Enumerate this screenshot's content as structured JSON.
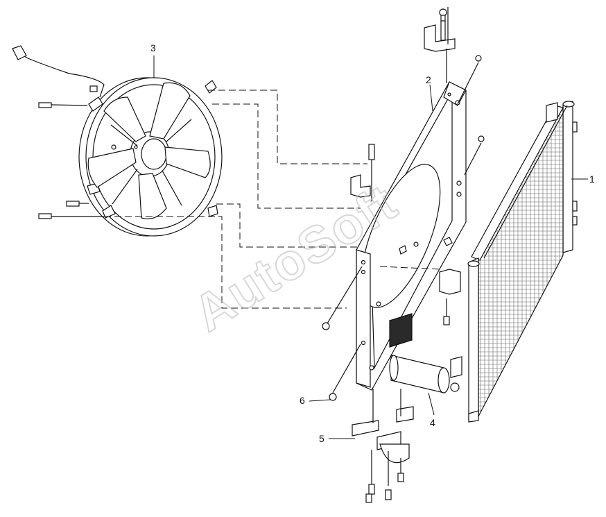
{
  "watermark": "AutoSoft",
  "callouts": {
    "c1": "1",
    "c2": "2",
    "c3": "3",
    "c4": "4",
    "c5": "5",
    "c6": "6"
  },
  "colors": {
    "line": "#111111",
    "part_fill": "#ffffff",
    "dark_fill": "#2a2a2a",
    "watermark": "#b8b8b8"
  },
  "parts": [
    {
      "id": "1",
      "name": "radiator"
    },
    {
      "id": "2",
      "name": "fan-shroud-frame"
    },
    {
      "id": "3",
      "name": "cooling-fan-assembly"
    },
    {
      "id": "4",
      "name": "receiver-dryer"
    },
    {
      "id": "5",
      "name": "mounting-bracket"
    },
    {
      "id": "6",
      "name": "nut"
    }
  ]
}
